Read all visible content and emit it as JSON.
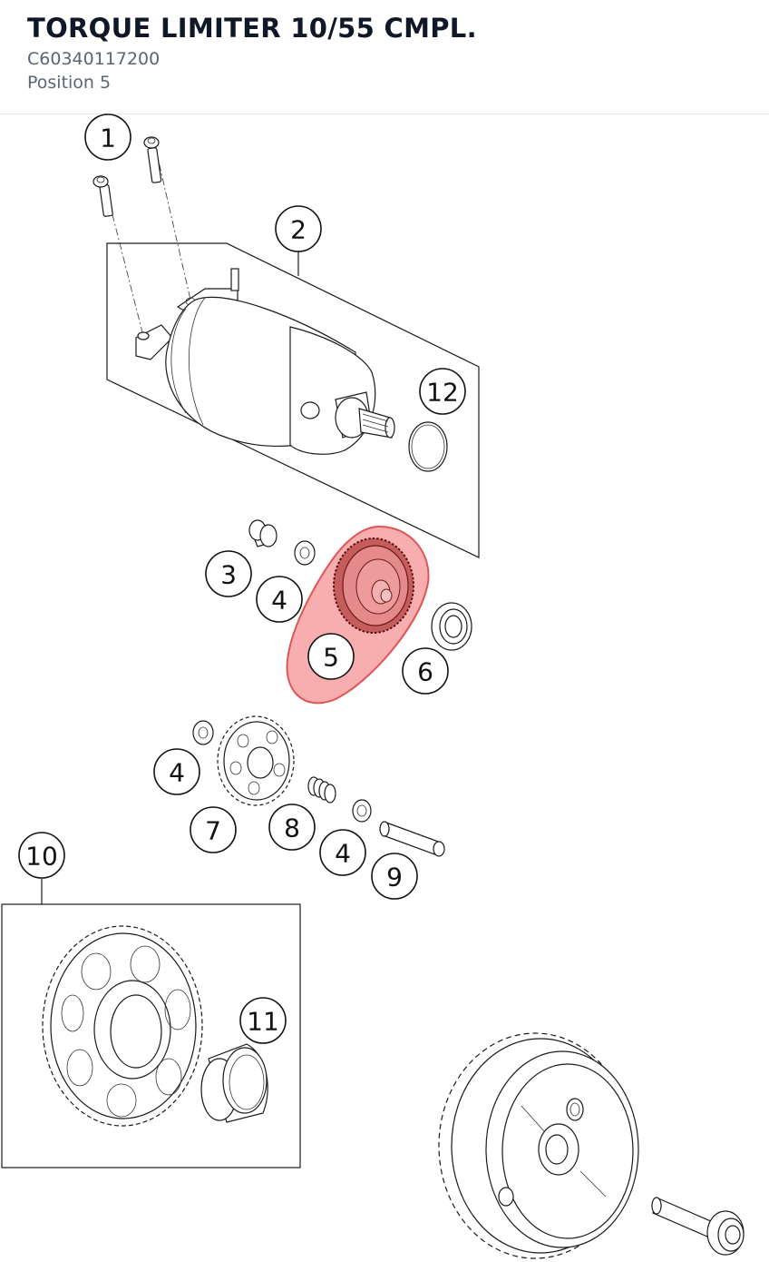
{
  "header": {
    "title": "TORQUE LIMITER 10/55 CMPL.",
    "part_number": "C60340117200",
    "position": "Position 5"
  },
  "diagram": {
    "highlight_color": "#f26b6b",
    "highlighted_callout": "5",
    "callouts": [
      {
        "label": "1"
      },
      {
        "label": "2"
      },
      {
        "label": "12"
      },
      {
        "label": "3"
      },
      {
        "label": "4"
      },
      {
        "label": "5"
      },
      {
        "label": "6"
      },
      {
        "label": "4"
      },
      {
        "label": "7"
      },
      {
        "label": "8"
      },
      {
        "label": "4"
      },
      {
        "label": "9"
      },
      {
        "label": "10"
      },
      {
        "label": "11"
      }
    ]
  }
}
